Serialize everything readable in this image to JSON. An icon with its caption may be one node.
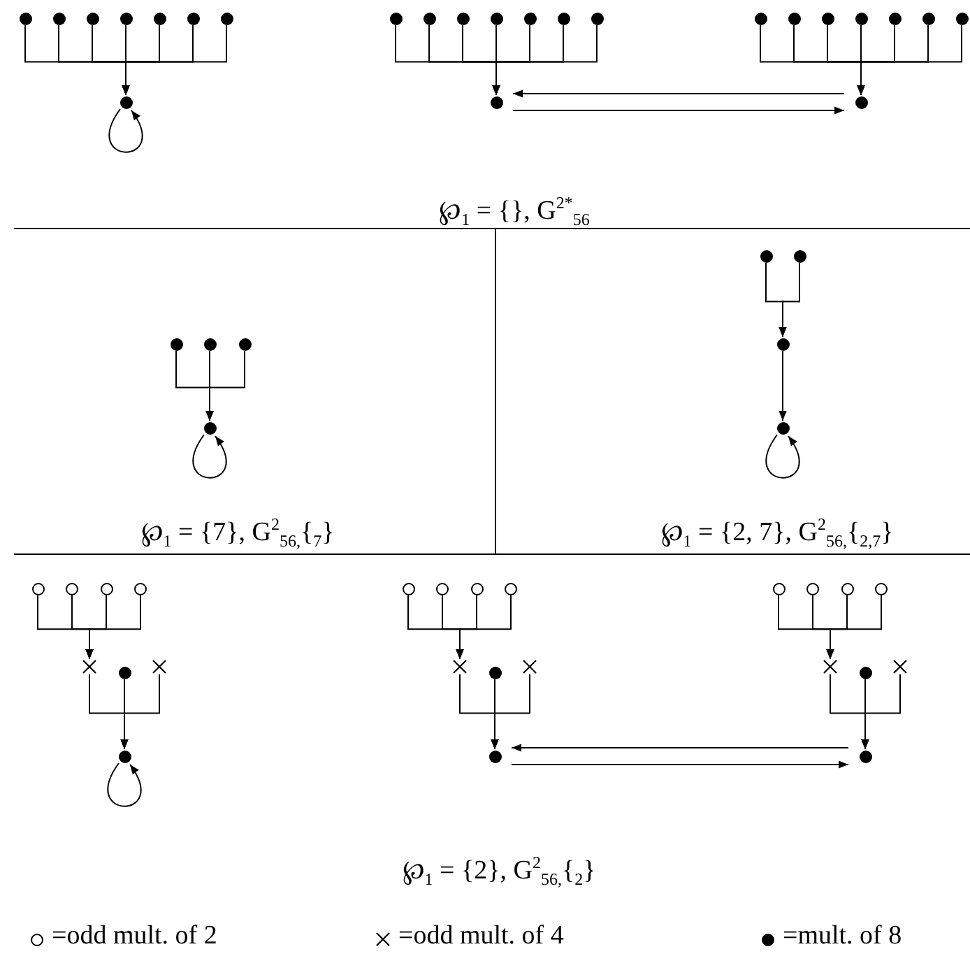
{
  "diagram": {
    "nodes": [
      {
        "text": [
          "℘$_{1}$ = {}, G$^{2*}$$_{56}$"
        ]
      },
      {
        "text": [],
        "shape": "dot",
        "in": 0
      },
      {
        "text": [],
        "shape": "dot",
        "in": 0
      },
      {
        "text": [],
        "shape": "dot",
        "in": 0
      },
      {
        "text": [],
        "shape": "dot",
        "in": 0
      },
      {
        "text": [],
        "shape": "dot",
        "in": 0
      },
      {
        "text": [],
        "shape": "dot",
        "in": 0
      },
      {
        "text": [],
        "shape": "dot",
        "in": 0
      },
      {
        "text": [],
        "shape": "dot",
        "in": 0
      },
      {
        "text": [],
        "shape": "dot",
        "in": 0
      },
      {
        "text": [],
        "shape": "dot",
        "in": 0
      },
      {
        "text": [],
        "shape": "dot",
        "in": 0
      },
      {
        "text": [],
        "shape": "dot",
        "in": 0
      },
      {
        "text": [],
        "shape": "dot",
        "in": 0
      },
      {
        "text": [],
        "shape": "dot",
        "in": 0
      },
      {
        "text": [],
        "shape": "dot",
        "in": 0
      },
      {
        "text": [],
        "shape": "dot",
        "in": 0
      },
      {
        "text": [],
        "shape": "dot",
        "in": 0
      },
      {
        "text": [],
        "shape": "dot",
        "in": 0
      },
      {
        "text": [],
        "shape": "dot",
        "in": 0
      },
      {
        "text": [],
        "shape": "dot",
        "in": 0
      },
      {
        "text": [],
        "shape": "dot",
        "in": 0
      },
      {
        "text": [],
        "shape": "dot",
        "in": 0
      },
      {
        "text": [],
        "shape": "dot",
        "in": 0
      },
      {
        "text": [],
        "shape": "dot",
        "in": 0
      },
      {
        "text": [
          "℘$_{1}$ = {7}, G$^{2}$$_{56,}${$_{7}$}"
        ]
      },
      {
        "text": [],
        "shape": "dot",
        "in": 25
      },
      {
        "text": [],
        "shape": "dot",
        "in": 25
      },
      {
        "text": [],
        "shape": "dot",
        "in": 25
      },
      {
        "text": [],
        "shape": "dot",
        "in": 25
      },
      {
        "text": [
          "℘$_{1}$ = {2, 7}, G$^{2}$$_{56,}${$_{2,7}$}"
        ]
      },
      {
        "text": [],
        "shape": "dot",
        "in": 30
      },
      {
        "text": [],
        "shape": "dot",
        "in": 30
      },
      {
        "text": [],
        "shape": "dot",
        "in": 30
      },
      {
        "text": [],
        "shape": "dot",
        "in": 30
      },
      {
        "text": [
          "℘$_{1}$ = {2}, G$^{2}$$_{56,}${$_{2}$}"
        ]
      },
      {
        "text": [],
        "shape": "circle",
        "in": 35
      },
      {
        "text": [],
        "shape": "circle",
        "in": 35
      },
      {
        "text": [],
        "shape": "circle",
        "in": 35
      },
      {
        "text": [],
        "shape": "circle",
        "in": 35
      },
      {
        "text": [],
        "shape": "cross",
        "in": 35
      },
      {
        "text": [],
        "shape": "dot",
        "in": 35
      },
      {
        "text": [],
        "shape": "cross",
        "in": 35
      },
      {
        "text": [],
        "shape": "dot",
        "in": 35
      },
      {
        "text": [],
        "shape": "circle",
        "in": 35
      },
      {
        "text": [],
        "shape": "circle",
        "in": 35
      },
      {
        "text": [],
        "shape": "circle",
        "in": 35
      },
      {
        "text": [],
        "shape": "circle",
        "in": 35
      },
      {
        "text": [],
        "shape": "cross",
        "in": 35
      },
      {
        "text": [],
        "shape": "dot",
        "in": 35
      },
      {
        "text": [],
        "shape": "cross",
        "in": 35
      },
      {
        "text": [],
        "shape": "dot",
        "in": 35
      },
      {
        "text": [],
        "shape": "circle",
        "in": 35
      },
      {
        "text": [],
        "shape": "circle",
        "in": 35
      },
      {
        "text": [],
        "shape": "circle",
        "in": 35
      },
      {
        "text": [],
        "shape": "circle",
        "in": 35
      },
      {
        "text": [],
        "shape": "cross",
        "in": 35
      },
      {
        "text": [],
        "shape": "dot",
        "in": 35
      },
      {
        "text": [],
        "shape": "cross",
        "in": 35
      },
      {
        "text": [],
        "shape": "dot",
        "in": 35
      }
    ],
    "edges": [
      {
        "from": 1,
        "to": 8,
        "arrow": "to"
      },
      {
        "from": 2,
        "to": 8,
        "arrow": "to"
      },
      {
        "from": 3,
        "to": 8,
        "arrow": "to"
      },
      {
        "from": 4,
        "to": 8,
        "arrow": "to"
      },
      {
        "from": 5,
        "to": 8,
        "arrow": "to"
      },
      {
        "from": 6,
        "to": 8,
        "arrow": "to"
      },
      {
        "from": 7,
        "to": 8,
        "arrow": "to"
      },
      {
        "from": 8,
        "to": 8,
        "arrow": "to"
      },
      {
        "from": 9,
        "to": 16,
        "arrow": "to"
      },
      {
        "from": 10,
        "to": 16,
        "arrow": "to"
      },
      {
        "from": 11,
        "to": 16,
        "arrow": "to"
      },
      {
        "from": 12,
        "to": 16,
        "arrow": "to"
      },
      {
        "from": 13,
        "to": 16,
        "arrow": "to"
      },
      {
        "from": 14,
        "to": 16,
        "arrow": "to"
      },
      {
        "from": 15,
        "to": 16,
        "arrow": "to"
      },
      {
        "from": 17,
        "to": 24,
        "arrow": "to"
      },
      {
        "from": 18,
        "to": 24,
        "arrow": "to"
      },
      {
        "from": 19,
        "to": 24,
        "arrow": "to"
      },
      {
        "from": 20,
        "to": 24,
        "arrow": "to"
      },
      {
        "from": 21,
        "to": 24,
        "arrow": "to"
      },
      {
        "from": 22,
        "to": 24,
        "arrow": "to"
      },
      {
        "from": 23,
        "to": 24,
        "arrow": "to"
      },
      {
        "from": 24,
        "to": 16,
        "arrow": "to"
      },
      {
        "from": 16,
        "to": 24,
        "arrow": "to"
      },
      {
        "from": 26,
        "to": 29,
        "arrow": "to"
      },
      {
        "from": 27,
        "to": 29,
        "arrow": "to"
      },
      {
        "from": 28,
        "to": 29,
        "arrow": "to"
      },
      {
        "from": 29,
        "to": 29,
        "arrow": "to"
      },
      {
        "from": 31,
        "to": 33,
        "arrow": "to"
      },
      {
        "from": 32,
        "to": 33,
        "arrow": "to"
      },
      {
        "from": 33,
        "to": 34,
        "arrow": "to"
      },
      {
        "from": 34,
        "to": 34,
        "arrow": "to"
      },
      {
        "from": 36,
        "to": 40,
        "arrow": "to"
      },
      {
        "from": 37,
        "to": 40,
        "arrow": "to"
      },
      {
        "from": 38,
        "to": 40,
        "arrow": "to"
      },
      {
        "from": 39,
        "to": 40,
        "arrow": "to"
      },
      {
        "from": 40,
        "to": 43,
        "arrow": "to"
      },
      {
        "from": 41,
        "to": 43,
        "arrow": "to"
      },
      {
        "from": 42,
        "to": 43,
        "arrow": "to"
      },
      {
        "from": 43,
        "to": 43,
        "arrow": "to"
      },
      {
        "from": 44,
        "to": 48,
        "arrow": "to"
      },
      {
        "from": 45,
        "to": 48,
        "arrow": "to"
      },
      {
        "from": 46,
        "to": 48,
        "arrow": "to"
      },
      {
        "from": 47,
        "to": 48,
        "arrow": "to"
      },
      {
        "from": 48,
        "to": 51,
        "arrow": "to"
      },
      {
        "from": 49,
        "to": 51,
        "arrow": "to"
      },
      {
        "from": 50,
        "to": 51,
        "arrow": "to"
      },
      {
        "from": 52,
        "to": 56,
        "arrow": "to"
      },
      {
        "from": 53,
        "to": 56,
        "arrow": "to"
      },
      {
        "from": 54,
        "to": 56,
        "arrow": "to"
      },
      {
        "from": 55,
        "to": 56,
        "arrow": "to"
      },
      {
        "from": 56,
        "to": 59,
        "arrow": "to"
      },
      {
        "from": 57,
        "to": 59,
        "arrow": "to"
      },
      {
        "from": 58,
        "to": 59,
        "arrow": "to"
      },
      {
        "from": 59,
        "to": 51,
        "arrow": "to"
      },
      {
        "from": 51,
        "to": 59,
        "arrow": "to"
      }
    ],
    "legend": [
      {
        "text": "=odd mult. of 2"
      },
      {
        "text": "=odd mult. of 4"
      },
      {
        "text": "=mult. of 8"
      }
    ]
  }
}
